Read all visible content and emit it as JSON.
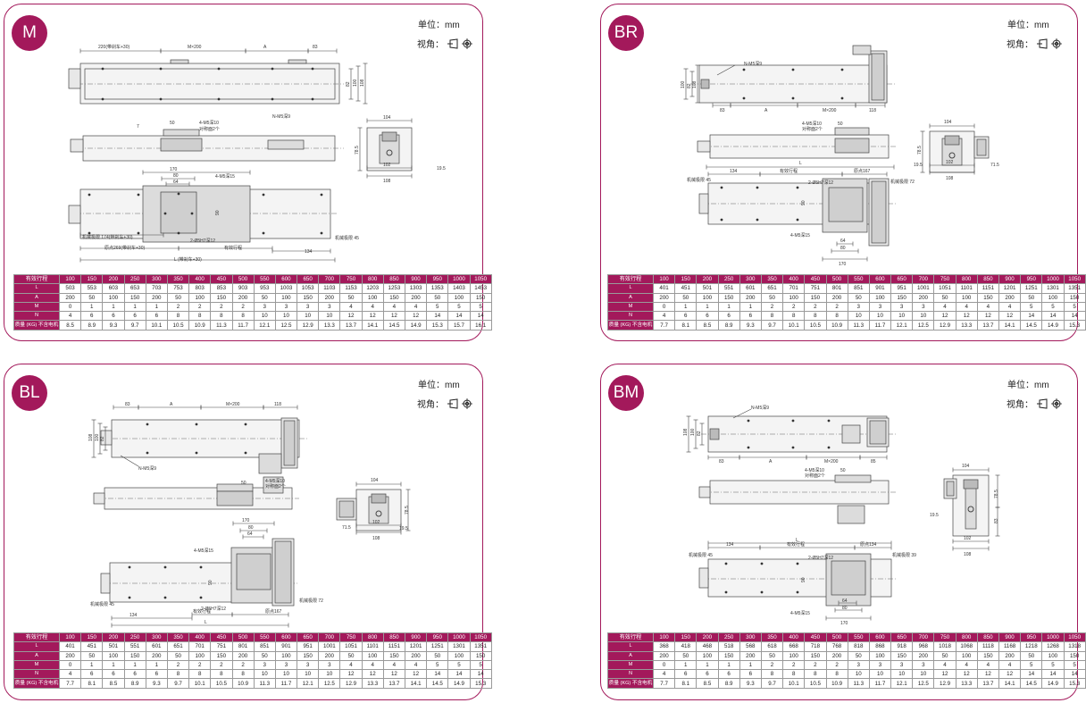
{
  "unit_label": "单位：mm",
  "view_label": "视角：",
  "panels": [
    {
      "id": "M",
      "badge": "M",
      "labels": [
        "220(带刹车+30)",
        "M×200",
        "A",
        "83",
        "82",
        "100",
        "108",
        "N-M5深9",
        "4-M5深10",
        "对称面2个",
        "50",
        "7",
        "104",
        "78.5",
        "102",
        "108",
        "19.5",
        "170",
        "80",
        "64",
        "4-M5深15",
        "90",
        "2-Ø5H7深12",
        "机械极限 174(带刹车+30)",
        "原点269(带刹车+30)",
        "有效行程",
        "134",
        "机械极限 45",
        "L (带刹车+30)"
      ],
      "table": {
        "strokes": [
          "有效行程",
          "100",
          "150",
          "200",
          "250",
          "300",
          "350",
          "400",
          "450",
          "500",
          "550",
          "600",
          "650",
          "700",
          "750",
          "800",
          "850",
          "900",
          "950",
          "1000",
          "1050"
        ],
        "rows": [
          [
            "L",
            "503",
            "553",
            "603",
            "653",
            "703",
            "753",
            "803",
            "853",
            "903",
            "953",
            "1003",
            "1053",
            "1103",
            "1153",
            "1203",
            "1253",
            "1303",
            "1353",
            "1403",
            "1453"
          ],
          [
            "A",
            "200",
            "50",
            "100",
            "150",
            "200",
            "50",
            "100",
            "150",
            "200",
            "50",
            "100",
            "150",
            "200",
            "50",
            "100",
            "150",
            "200",
            "50",
            "100",
            "150"
          ],
          [
            "M",
            "0",
            "1",
            "1",
            "1",
            "1",
            "2",
            "2",
            "2",
            "2",
            "3",
            "3",
            "3",
            "3",
            "4",
            "4",
            "4",
            "4",
            "5",
            "5",
            "5"
          ],
          [
            "N",
            "4",
            "6",
            "6",
            "6",
            "6",
            "8",
            "8",
            "8",
            "8",
            "10",
            "10",
            "10",
            "10",
            "12",
            "12",
            "12",
            "12",
            "14",
            "14",
            "14"
          ],
          [
            "质量 (KG) 不含电机",
            "8.5",
            "8.9",
            "9.3",
            "9.7",
            "10.1",
            "10.5",
            "10.9",
            "11.3",
            "11.7",
            "12.1",
            "12.5",
            "12.9",
            "13.3",
            "13.7",
            "14.1",
            "14.5",
            "14.9",
            "15.3",
            "15.7",
            "16.1"
          ]
        ]
      }
    },
    {
      "id": "BR",
      "badge": "BR",
      "labels": [
        "N-M5深9",
        "83",
        "A",
        "M×200",
        "118",
        "100",
        "82",
        "108",
        "4-M5深10",
        "对称面2个",
        "50",
        "104",
        "78.5",
        "102",
        "108",
        "19.5",
        "71.5",
        "L",
        "134",
        "有效行程",
        "原点167",
        "机械极限 45",
        "机械极限 72",
        "2-Ø5H7深12",
        "4-M5深15",
        "90",
        "64",
        "80",
        "170"
      ],
      "table": {
        "strokes": [
          "有效行程",
          "100",
          "150",
          "200",
          "250",
          "300",
          "350",
          "400",
          "450",
          "500",
          "550",
          "600",
          "650",
          "700",
          "750",
          "800",
          "850",
          "900",
          "950",
          "1000",
          "1050"
        ],
        "rows": [
          [
            "L",
            "401",
            "451",
            "501",
            "551",
            "601",
            "651",
            "701",
            "751",
            "801",
            "851",
            "901",
            "951",
            "1001",
            "1051",
            "1101",
            "1151",
            "1201",
            "1251",
            "1301",
            "1351"
          ],
          [
            "A",
            "200",
            "50",
            "100",
            "150",
            "200",
            "50",
            "100",
            "150",
            "200",
            "50",
            "100",
            "150",
            "200",
            "50",
            "100",
            "150",
            "200",
            "50",
            "100",
            "150"
          ],
          [
            "M",
            "0",
            "1",
            "1",
            "1",
            "1",
            "2",
            "2",
            "2",
            "2",
            "3",
            "3",
            "3",
            "3",
            "4",
            "4",
            "4",
            "4",
            "5",
            "5",
            "5"
          ],
          [
            "N",
            "4",
            "6",
            "6",
            "6",
            "6",
            "8",
            "8",
            "8",
            "8",
            "10",
            "10",
            "10",
            "10",
            "12",
            "12",
            "12",
            "12",
            "14",
            "14",
            "14"
          ],
          [
            "质量 (KG) 不含电机",
            "7.7",
            "8.1",
            "8.5",
            "8.9",
            "9.3",
            "9.7",
            "10.1",
            "10.5",
            "10.9",
            "11.3",
            "11.7",
            "12.1",
            "12.5",
            "12.9",
            "13.3",
            "13.7",
            "14.1",
            "14.5",
            "14.9",
            "15.3"
          ]
        ]
      }
    },
    {
      "id": "BL",
      "badge": "BL",
      "labels": [
        "83",
        "A",
        "M×200",
        "118",
        "108",
        "100",
        "82",
        "N-M5深9",
        "50",
        "4-M5深10",
        "对称面2个",
        "104",
        "78.5",
        "71.5",
        "102",
        "108",
        "19.5",
        "170",
        "80",
        "64",
        "4-M5深15",
        "90",
        "2-Ø5H7深12",
        "机械极限 45",
        "机械极限 72",
        "有效行程",
        "原点167",
        "134",
        "L"
      ],
      "table": {
        "strokes": [
          "有效行程",
          "100",
          "150",
          "200",
          "250",
          "300",
          "350",
          "400",
          "450",
          "500",
          "550",
          "600",
          "650",
          "700",
          "750",
          "800",
          "850",
          "900",
          "950",
          "1000",
          "1050"
        ],
        "rows": [
          [
            "L",
            "401",
            "451",
            "501",
            "551",
            "601",
            "651",
            "701",
            "751",
            "801",
            "851",
            "901",
            "951",
            "1001",
            "1051",
            "1101",
            "1151",
            "1201",
            "1251",
            "1301",
            "1351"
          ],
          [
            "A",
            "200",
            "50",
            "100",
            "150",
            "200",
            "50",
            "100",
            "150",
            "200",
            "50",
            "100",
            "150",
            "200",
            "50",
            "100",
            "150",
            "200",
            "50",
            "100",
            "150"
          ],
          [
            "M",
            "0",
            "1",
            "1",
            "1",
            "1",
            "2",
            "2",
            "2",
            "2",
            "3",
            "3",
            "3",
            "3",
            "4",
            "4",
            "4",
            "4",
            "5",
            "5",
            "5"
          ],
          [
            "N",
            "4",
            "6",
            "6",
            "6",
            "6",
            "8",
            "8",
            "8",
            "8",
            "10",
            "10",
            "10",
            "10",
            "12",
            "12",
            "12",
            "12",
            "14",
            "14",
            "14"
          ],
          [
            "质量 (KG) 不含电机",
            "7.7",
            "8.1",
            "8.5",
            "8.9",
            "9.3",
            "9.7",
            "10.1",
            "10.5",
            "10.9",
            "11.3",
            "11.7",
            "12.1",
            "12.5",
            "12.9",
            "13.3",
            "13.7",
            "14.1",
            "14.5",
            "14.9",
            "15.3"
          ]
        ]
      }
    },
    {
      "id": "BM",
      "badge": "BM",
      "labels": [
        "N-M5深9",
        "108",
        "100",
        "82",
        "83",
        "A",
        "M×200",
        "85",
        "4-M5深10",
        "对称面2个",
        "50",
        "104",
        "78.5",
        "19.5",
        "102",
        "108",
        "83",
        "L",
        "134",
        "有效行程",
        "原点134",
        "机械极限 45",
        "机械极限 39",
        "2-Ø5H7深12",
        "4-M5深15",
        "90",
        "64",
        "80",
        "170"
      ],
      "table": {
        "strokes": [
          "有效行程",
          "100",
          "150",
          "200",
          "250",
          "300",
          "350",
          "400",
          "450",
          "500",
          "550",
          "600",
          "650",
          "700",
          "750",
          "800",
          "850",
          "900",
          "950",
          "1000",
          "1050"
        ],
        "rows": [
          [
            "L",
            "368",
            "418",
            "468",
            "518",
            "568",
            "618",
            "668",
            "718",
            "768",
            "818",
            "868",
            "918",
            "968",
            "1018",
            "1068",
            "1118",
            "1168",
            "1218",
            "1268",
            "1318"
          ],
          [
            "A",
            "200",
            "50",
            "100",
            "150",
            "200",
            "50",
            "100",
            "150",
            "200",
            "50",
            "100",
            "150",
            "200",
            "50",
            "100",
            "150",
            "200",
            "50",
            "100",
            "150"
          ],
          [
            "M",
            "0",
            "1",
            "1",
            "1",
            "1",
            "2",
            "2",
            "2",
            "2",
            "3",
            "3",
            "3",
            "3",
            "4",
            "4",
            "4",
            "4",
            "5",
            "5",
            "5"
          ],
          [
            "N",
            "4",
            "6",
            "6",
            "6",
            "6",
            "8",
            "8",
            "8",
            "8",
            "10",
            "10",
            "10",
            "10",
            "12",
            "12",
            "12",
            "12",
            "14",
            "14",
            "14"
          ],
          [
            "质量 (KG) 不含电机",
            "7.7",
            "8.1",
            "8.5",
            "8.9",
            "9.3",
            "9.7",
            "10.1",
            "10.5",
            "10.9",
            "11.3",
            "11.7",
            "12.1",
            "12.5",
            "12.9",
            "13.3",
            "13.7",
            "14.1",
            "14.5",
            "14.9",
            "15.3"
          ]
        ]
      }
    }
  ],
  "colors": {
    "accent": "#a3195b",
    "frame": "#444444",
    "body_fill": "#f4f4f4",
    "carriage_fill": "#dcdcdc"
  }
}
